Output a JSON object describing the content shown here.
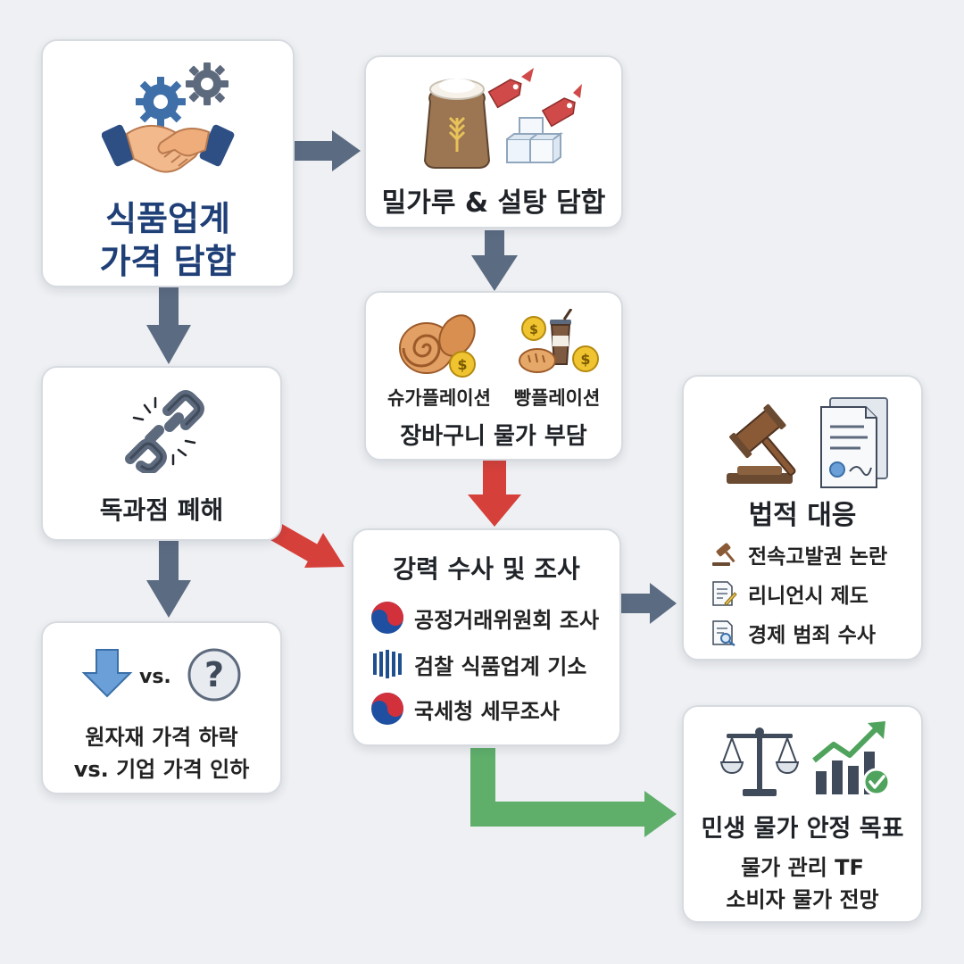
{
  "main": {
    "title_line1": "식품업계",
    "title_line2": "가격 담합"
  },
  "collusion": {
    "title": "밀가루 & 설탕 담합"
  },
  "inflation": {
    "label_sugar": "슈가플레이션",
    "label_bread": "빵플레이션",
    "caption": "장바구니 물가 부담"
  },
  "monopoly": {
    "title": "독과점 폐해"
  },
  "raw": {
    "vs_label": "vs.",
    "line1": "원자재 가격 하락",
    "line2": "vs. 기업 가격 인하"
  },
  "investigation": {
    "title": "강력 수사 및 조사",
    "items": [
      {
        "label": "공정거래위원회 조사",
        "icon": "korea-taeguk-icon"
      },
      {
        "label": "검찰 식품업계 기소",
        "icon": "prosecution-emblem-icon"
      },
      {
        "label": "국세청 세무조사",
        "icon": "korea-taeguk-icon"
      }
    ]
  },
  "legal": {
    "title": "법적 대응",
    "items": [
      {
        "label": "전속고발권 논란",
        "icon": "gavel-small-icon"
      },
      {
        "label": "리니언시 제도",
        "icon": "document-pen-icon"
      },
      {
        "label": "경제 범죄 수사",
        "icon": "document-search-icon"
      }
    ]
  },
  "goal": {
    "title": "민생 물가 안정 목표",
    "line1": "물가 관리 TF",
    "line2": "소비자 물가 전망"
  },
  "colors": {
    "navy_title": "#1f3f77",
    "arrow_gray": "#5b6b82",
    "arrow_red": "#d6403a",
    "arrow_green": "#5fae6a"
  }
}
